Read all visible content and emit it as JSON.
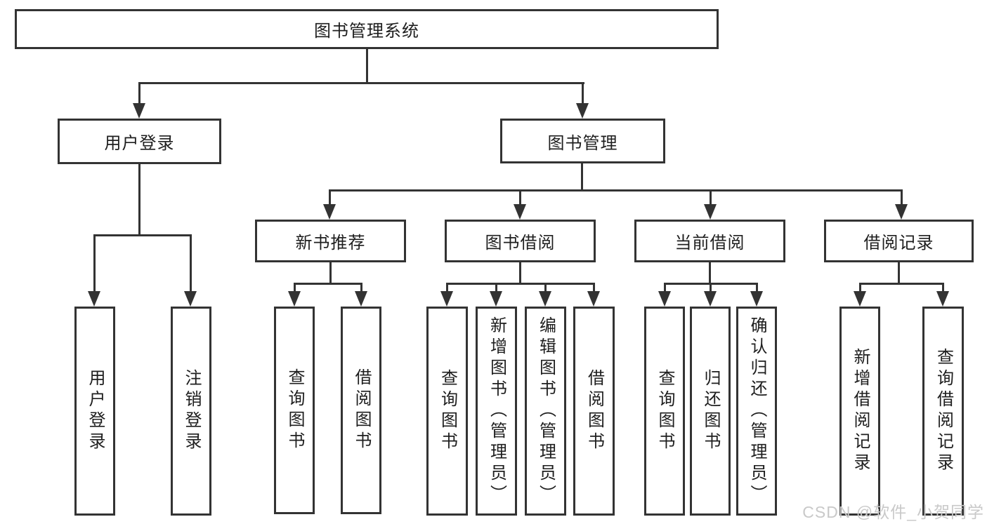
{
  "diagram_title": "图书管理系统",
  "nodes": {
    "root": "图书管理系统",
    "user_login": "用户登录",
    "book_mgmt": "图书管理",
    "new_book_rec": "新书推荐",
    "book_borrowing": "图书借阅",
    "current_borrowing": "当前借阅",
    "borrowing_records": "借阅记录"
  },
  "leaves": {
    "user_login": [
      "用户登录",
      "注销登录"
    ],
    "new_book_rec": [
      "查询图书",
      "借阅图书"
    ],
    "book_borrowing": [
      "查询图书",
      "新增图书（管理员）",
      "编辑图书（管理员）",
      "借阅图书"
    ],
    "current_borrowing": [
      "查询图书",
      "归还图书",
      "确认归还（管理员）"
    ],
    "borrowing_records": [
      "新增借阅记录",
      "查询借阅记录"
    ]
  },
  "watermark": "CSDN @软件_小贺同学",
  "colors": {
    "line": "#333333",
    "text": "#1e1e1e",
    "watermark": "#c9c9c9",
    "background": "#ffffff"
  }
}
